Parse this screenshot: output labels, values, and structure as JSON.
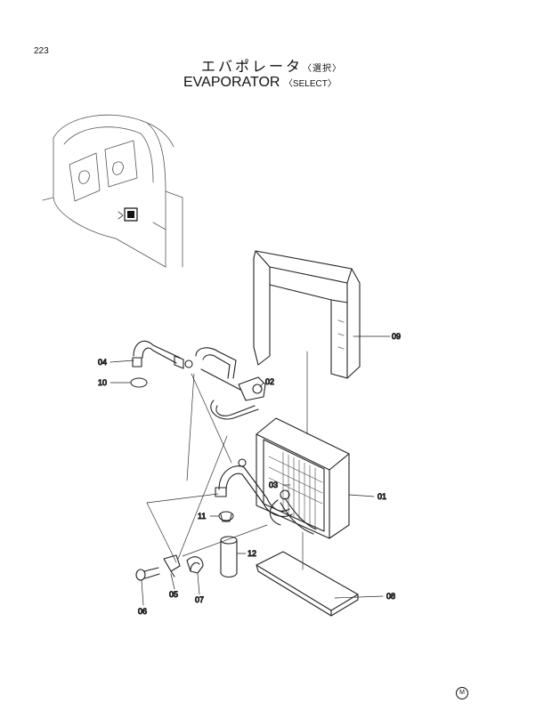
{
  "page_number": "223",
  "title_jp": "エバポレータ",
  "title_jp_note": "〈選択〉",
  "title_en": "EVAPORATOR",
  "title_en_note": "〈SELECT〉",
  "callouts": {
    "c01": "01",
    "c02": "02",
    "c03": "03",
    "c04": "04",
    "c05": "05",
    "c06": "06",
    "c07": "07",
    "c08": "08",
    "c09": "09",
    "c10": "10",
    "c11": "11",
    "c12": "12"
  },
  "footer_mark": "M"
}
